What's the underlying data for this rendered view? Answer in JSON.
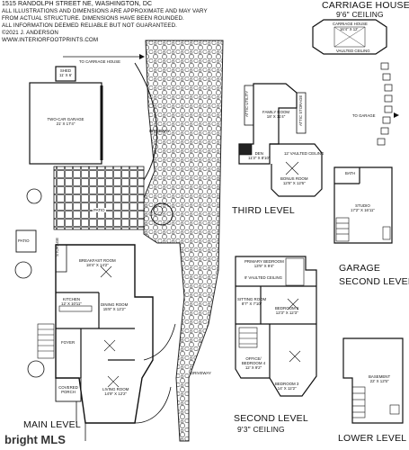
{
  "header": {
    "address": "1515 RANDOLPH STREET NE, WASHINGTON, DC",
    "lines": [
      "ALL ILLUSTRATIONS AND DIMENSIONS ARE APPROXIMATE AND MAY VARY",
      "FROM ACTUAL STRUCTURE. DIMENSIONS HAVE BEEN ROUNDED.",
      "ALL INFORMATION DEEMED RELIABLE BUT NOT GUARANTEED.",
      "WWW.INTERIORFOOTPRINTS.COM"
    ],
    "copyright": "©2021 J. ANDERSON"
  },
  "levels": {
    "main": "MAIN LEVEL",
    "third": "THIRD LEVEL",
    "second": "SECOND LEVEL",
    "second_ceiling": "9'3\" CEILING",
    "lower": "LOWER LEVEL",
    "garage_line1": "GARAGE",
    "garage_line2": "SECOND LEVEL",
    "carriage": "CARRIAGE HOUSE",
    "carriage_ceiling": "9'6\" CEILING"
  },
  "main_rooms": {
    "shed_name": "SHED",
    "shed_dim": "11' X 6'",
    "to_carriage": "TO CARRIAGE HOUSE",
    "garage_name": "TWO-CAR GARAGE",
    "garage_dim": "21' X 17'4\"",
    "driveway": "DRIVEWAY",
    "patio": "PATIO",
    "patio2": "PATIO",
    "storage": "STORAGE",
    "breakfast_name": "BREAKFAST ROOM",
    "breakfast_dim": "18'4\" X 14'2\"",
    "kitchen_name": "KITCHEN",
    "kitchen_dim": "12' X 10'11\"",
    "dining_name": "DINING ROOM",
    "dining_dim": "15'8\" X 12'2\"",
    "foyer": "FOYER",
    "covered_porch": "COVERED PORCH",
    "living_name": "LIVING ROOM",
    "living_dim": "14'9\" X 12'2\"",
    "driveway2": "DRIVEWAY"
  },
  "third_rooms": {
    "attic_utility": "ATTIC UTILITY",
    "family_name": "FAMILY ROOM",
    "family_dim": "18' X 11'4\"",
    "attic_storage": "ATTIC STORAGE",
    "den_name": "DEN",
    "den_dim": "11'3\" X 8'10\"",
    "bonus_name": "BONUS ROOM",
    "bonus_dim": "12'8\" X 12'6\"",
    "vaulted": "12' VAULTED CEILING"
  },
  "second_rooms": {
    "primary_name": "PRIMARY BEDROOM",
    "primary_dim": "13'9\" X 9'4\"",
    "primary_ceiling": "9' VAULTED CEILING",
    "sitting_name": "SITTING ROOM",
    "sitting_dim": "8'7\" X 7'10\"",
    "bed2_name": "BEDROOM 2",
    "bed2_dim": "12'3\" X 12'3\"",
    "office_name": "OFFICE/ BEDROOM 4",
    "office_dim": "12' X 9'2\"",
    "bed3_name": "BEDROOM 3",
    "bed3_dim": "14' X 12'2\""
  },
  "carriage_rooms": {
    "name": "CARRIAGE HOUSE",
    "dim": "16'4\" X 12'",
    "vaulted": "VAULTED CEILING",
    "to_garage": "TO GARAGE"
  },
  "studio": {
    "name": "STUDIO",
    "dim": "17'2\" X 16'11\"",
    "bath": "BATH"
  },
  "basement": {
    "name": "BASEMENT",
    "dim": "22' X 12'5\""
  },
  "watermark": "bright MLS",
  "colors": {
    "line": "#111111",
    "paper": "#ffffff",
    "stone": "#9a9a9a"
  }
}
